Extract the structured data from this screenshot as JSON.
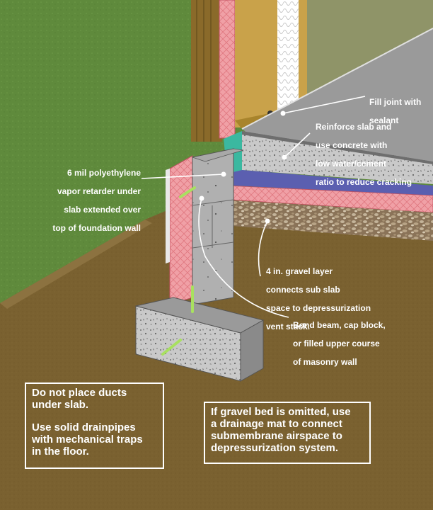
{
  "callouts": {
    "fill_joint": [
      "Fill joint with",
      "sealant"
    ],
    "reinforce_slab": [
      "Reinforce slab and",
      "use concrete with",
      "low water/cement",
      "ratio to reduce cracking"
    ],
    "vapor_retarder": [
      "6 mil polyethylene",
      "vapor retarder under",
      "slab extended over",
      "top of foundation wall"
    ],
    "gravel_layer": [
      "4 in. gravel layer",
      "connects sub slab",
      "space to depressurization",
      "vent stack."
    ],
    "bond_beam": [
      "Bond beam, cap block,",
      "or filled upper course",
      "of masonry wall"
    ]
  },
  "notes": {
    "ducts": [
      "Do not place ducts",
      "under slab."
    ],
    "drainpipes": [
      "Use solid drainpipes",
      "with mechanical traps",
      "in the floor."
    ],
    "drainage_mat": [
      "If gravel bed is omitted, use",
      "a drainage mat to connect",
      "submembrane airspace to",
      "depressurization system."
    ]
  },
  "colors": {
    "grass": "#5f8a3c",
    "soil": "#7a6130",
    "slab": "#9a9a9a",
    "insulation": "#f2a0a8",
    "vapor_retarder": "#5b5fb0",
    "gravel": "#9a8060",
    "concrete": "#c8c8c8",
    "wall_board": "#8f9468",
    "wood": "#c9a24a",
    "sealant": "#3bb8a0",
    "rebar": "#a8e060",
    "leader_line": "#ffffff"
  }
}
